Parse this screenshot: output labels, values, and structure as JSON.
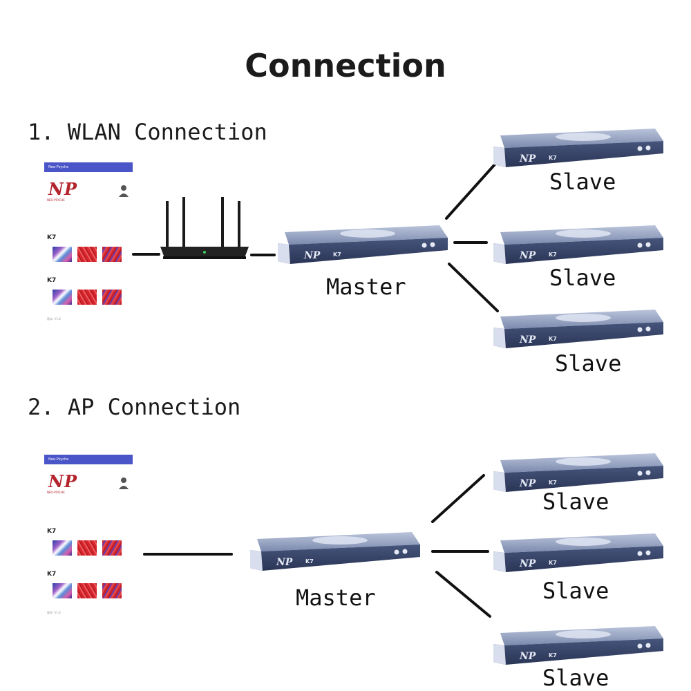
{
  "title": "Connection",
  "sections": {
    "wlan": {
      "heading": "1. WLAN Connection",
      "master_label": "Master",
      "slave_labels": [
        "Slave",
        "Slave",
        "Slave"
      ]
    },
    "ap": {
      "heading": "2. AP Connection",
      "master_label": "Master",
      "slave_labels": [
        "Slave",
        "Slave",
        "Slave"
      ]
    }
  },
  "app_mock": {
    "bar_title": "Neo-Psyche",
    "logo": "NP",
    "logo_tag": "NEO-PSYCHE",
    "devices": [
      "K7",
      "K7"
    ],
    "footer": "版本: V1.8"
  },
  "device": {
    "logo": "NP",
    "model": "K7"
  },
  "colors": {
    "app_bar": "#4a55c8",
    "logo_red": "#b3242d",
    "device_body": "#3c4a6e",
    "wire": "#111111"
  }
}
